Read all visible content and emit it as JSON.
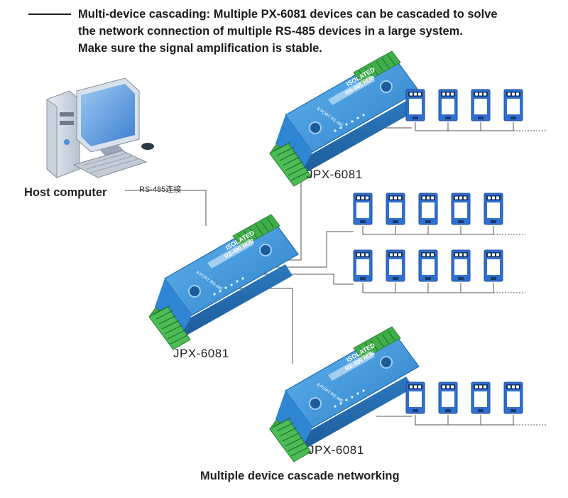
{
  "header": {
    "lines": [
      "Multi-device cascading: Multiple PX-6081 devices can be cascaded to solve",
      "the network connection of multiple RS-485 devices in a large system.",
      "Make sure the signal amplification is stable."
    ]
  },
  "host": {
    "label": "Host computer",
    "link_label": "RS-485连接"
  },
  "hubs": [
    {
      "model": "JPX-6081",
      "top_text": "ISOLATED",
      "sub_text": "RS-485 HUB",
      "port_text": "8 PORT RS-485"
    },
    {
      "model": "JPX-6081",
      "top_text": "ISOLATED",
      "sub_text": "RS-485 HUB",
      "port_text": "8 PORT RS-485"
    },
    {
      "model": "JPX-6081",
      "top_text": "ISOLATED",
      "sub_text": "RS-485 HUB",
      "port_text": "8 PORT RS-485"
    }
  ],
  "caption": "Multiple device cascade networking",
  "colors": {
    "hub_blue": "#3a8fd6",
    "terminal_green": "#3fae49",
    "sensor_blue": "#2f6fd0",
    "wire": "#555555"
  }
}
